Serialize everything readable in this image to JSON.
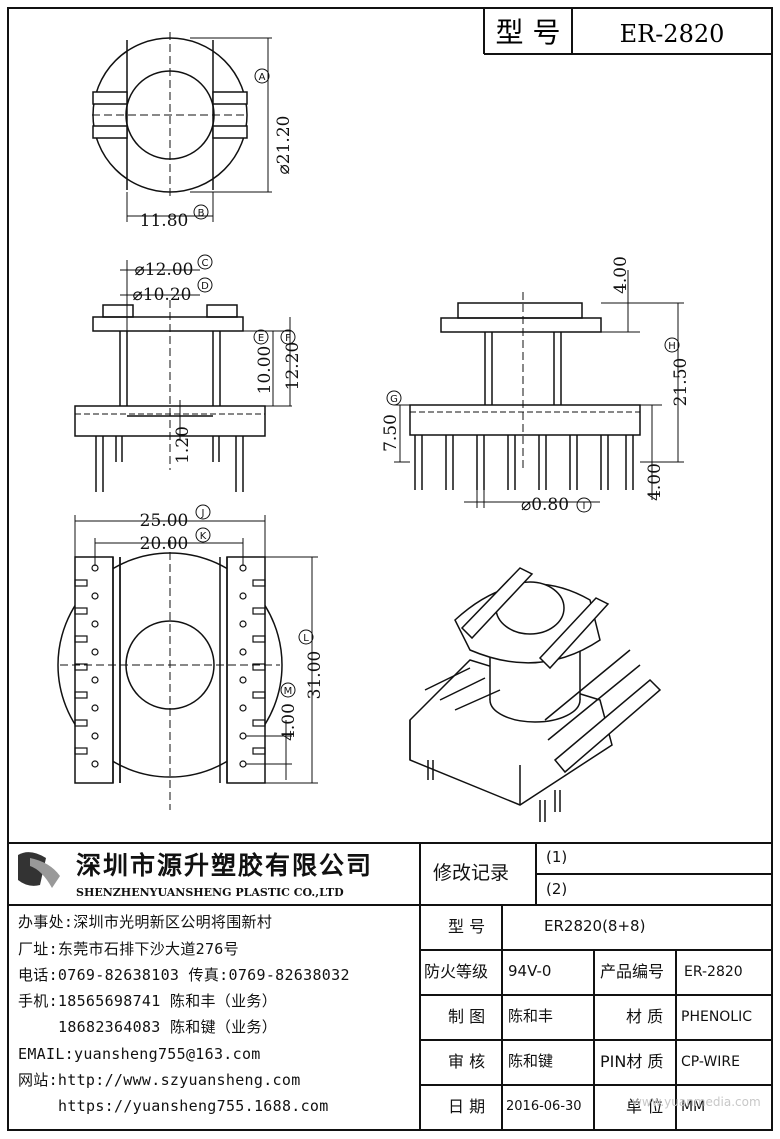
{
  "header": {
    "model_label": "型 号",
    "model_value": "ER-2820"
  },
  "dimensions": {
    "top_diameter": "⌀21.20",
    "top_width": "11.80",
    "mk_a": "A",
    "mk_b": "B",
    "mk_c": "C",
    "mk_d": "D",
    "mk_e": "E",
    "mk_f": "F",
    "mk_g": "G",
    "mk_h": "H",
    "mk_i": "I",
    "mk_j": "J",
    "mk_k": "K",
    "mk_l": "L",
    "mk_m": "M",
    "dia_12": "⌀12.00",
    "dia_10": "⌀10.20",
    "h_10": "10.00",
    "h_12": "12.20",
    "h_1_2": "1.20",
    "right_4_top": "4.00",
    "right_21_5": "21.50",
    "right_7_5": "7.50",
    "right_4_bottom": "4.00",
    "pin_dia": "⌀0.80",
    "w_25": "25.00",
    "w_20": "20.00",
    "l_31": "31.00",
    "pitch_4": "4.00"
  },
  "company": {
    "name_cn": "深圳市源升塑胶有限公司",
    "name_en": "SHENZHENYUANSHENG PLASTIC CO.,LTD",
    "office": "办事处:深圳市光明新区公明将围新村",
    "factory": "厂址:东莞市石排下沙大道276号",
    "phone": "电话:0769-82638103 传真:0769-82638032",
    "mobile1": "手机:18565698741 陈和丰（业务）",
    "mobile2": "18682364083 陈和键（业务）",
    "email": "EMAIL:yuansheng755@163.com",
    "web1": "网站:http://www.szyuansheng.com",
    "web2": "https://yuansheng755.1688.com"
  },
  "table": {
    "revision_label": "修改记录",
    "rev1": "(1)",
    "rev2": "(2)",
    "model_label": "型 号",
    "model_value": "ER2820(8+8)",
    "fire_label": "防火等级",
    "fire_value": "94V-0",
    "product_no_label": "产品编号",
    "product_no_value": "ER-2820",
    "drawn_label": "制 图",
    "drawn_value": "陈和丰",
    "material_label": "材 质",
    "material_value": "PHENOLIC",
    "check_label": "审 核",
    "check_value": "陈和键",
    "pin_material_label": "PIN材 质",
    "pin_material_value": "CP-WIRE",
    "date_label": "日 期",
    "date_value": "2016-06-30",
    "unit_label": "单 位",
    "unit_value": "MM"
  },
  "watermark": "www.yuanmedia.com"
}
